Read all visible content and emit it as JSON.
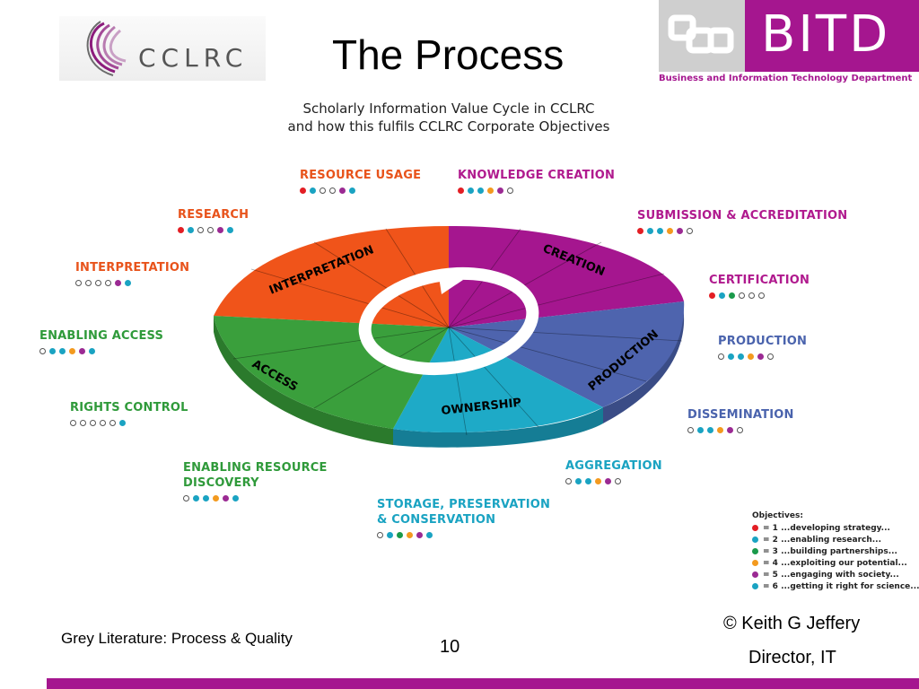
{
  "header": {
    "title": "The Process",
    "left_logo_text": "CCLRC",
    "right_logo_text": "BITD",
    "right_logo_subtitle": "Business and Information Technology Department"
  },
  "diagram": {
    "title_line1": "Scholarly Information Value Cycle in CCLRC",
    "title_line2": "and how this fulfils CCLRC Corporate Objectives",
    "segments": [
      {
        "label": "INTERPRETATION",
        "color": "#f0541a"
      },
      {
        "label": "CREATION",
        "color": "#a5168f"
      },
      {
        "label": "PRODUCTION",
        "color": "#4e64ae"
      },
      {
        "label": "OWNERSHIP",
        "color": "#1eaac7"
      },
      {
        "label": "ACCESS",
        "color": "#3a9f3c"
      }
    ],
    "outer_labels": [
      {
        "text": "RESOURCE USAGE",
        "color": "#e8531b",
        "dots": [
          "red",
          "teal",
          "empty",
          "empty",
          "purple",
          "teal"
        ]
      },
      {
        "text": "KNOWLEDGE CREATION",
        "color": "#b01a8e",
        "dots": [
          "red",
          "teal",
          "teal",
          "orange",
          "purple",
          "empty"
        ]
      },
      {
        "text": "SUBMISSION & ACCREDITATION",
        "color": "#b01a8e",
        "dots": [
          "red",
          "teal",
          "teal",
          "orange",
          "purple",
          "empty"
        ]
      },
      {
        "text": "CERTIFICATION",
        "color": "#b01a8e",
        "dots": [
          "red",
          "teal",
          "green",
          "empty",
          "empty",
          "empty"
        ]
      },
      {
        "text": "PRODUCTION",
        "color": "#4a63ad",
        "dots": [
          "empty",
          "teal",
          "teal",
          "orange",
          "purple",
          "empty"
        ]
      },
      {
        "text": "DISSEMINATION",
        "color": "#4a63ad",
        "dots": [
          "empty",
          "teal",
          "teal",
          "orange",
          "purple",
          "empty"
        ]
      },
      {
        "text": "AGGREGATION",
        "color": "#1aa3c2",
        "dots": [
          "empty",
          "teal",
          "teal",
          "orange",
          "purple",
          "empty"
        ]
      },
      {
        "text": "STORAGE, PRESERVATION",
        "text2": "& CONSERVATION",
        "color": "#1aa3c2",
        "dots": [
          "empty",
          "teal",
          "green",
          "orange",
          "purple",
          "teal"
        ]
      },
      {
        "text": "ENABLING RESOURCE",
        "text2": "DISCOVERY",
        "color": "#2f9a3a",
        "dots": [
          "empty",
          "teal",
          "teal",
          "orange",
          "purple",
          "teal"
        ]
      },
      {
        "text": "RIGHTS CONTROL",
        "color": "#2f9a3a",
        "dots": [
          "empty",
          "empty",
          "empty",
          "empty",
          "empty",
          "teal"
        ]
      },
      {
        "text": "ENABLING ACCESS",
        "color": "#2f9a3a",
        "dots": [
          "empty",
          "teal",
          "teal",
          "orange",
          "purple",
          "teal"
        ]
      },
      {
        "text": "INTERPRETATION",
        "color": "#e8531b",
        "dots": [
          "empty",
          "empty",
          "empty",
          "empty",
          "purple",
          "teal"
        ]
      },
      {
        "text": "RESEARCH",
        "color": "#e8531b",
        "dots": [
          "red",
          "teal",
          "empty",
          "empty",
          "purple",
          "teal"
        ]
      }
    ],
    "legend": {
      "title": "Objectives:",
      "items": [
        {
          "color": "red",
          "text": "= 1 ...developing strategy..."
        },
        {
          "color": "teal",
          "text": "= 2 ...enabling research..."
        },
        {
          "color": "green",
          "text": "= 3  ...building partnerships..."
        },
        {
          "color": "orange",
          "text": "= 4  ...exploiting our potential..."
        },
        {
          "color": "purple",
          "text": "= 5  ...engaging with society..."
        },
        {
          "color": "teal",
          "text": "= 6  ...getting it right for science..."
        }
      ]
    }
  },
  "dot_colors": {
    "red": "#e31e24",
    "teal": "#1aa3c2",
    "green": "#1a9a4b",
    "orange": "#f39a1f",
    "purple": "#9b2a93"
  },
  "footer": {
    "left_text": "Grey Literature: Process & Quality",
    "page_number": "10",
    "author": "© Keith G Jeffery",
    "role": "Director, IT",
    "bar_color": "#a5168f"
  }
}
